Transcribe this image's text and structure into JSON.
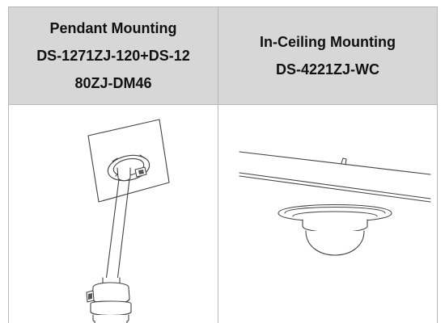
{
  "table": {
    "columns": [
      {
        "title_line1": "Pendant Mounting",
        "title_line2": "DS-1271ZJ-120+DS-12",
        "title_line3": "80ZJ-DM46",
        "illustration": "pendant-mount-camera-illustration"
      },
      {
        "title_line1": "In-Ceiling Mounting",
        "title_line2": "DS-4221ZJ-WC",
        "illustration": "in-ceiling-mount-camera-illustration"
      }
    ]
  },
  "colors": {
    "header_background": "#d7d7d7",
    "border": "#b8b8b8",
    "line_art": "#444444"
  }
}
